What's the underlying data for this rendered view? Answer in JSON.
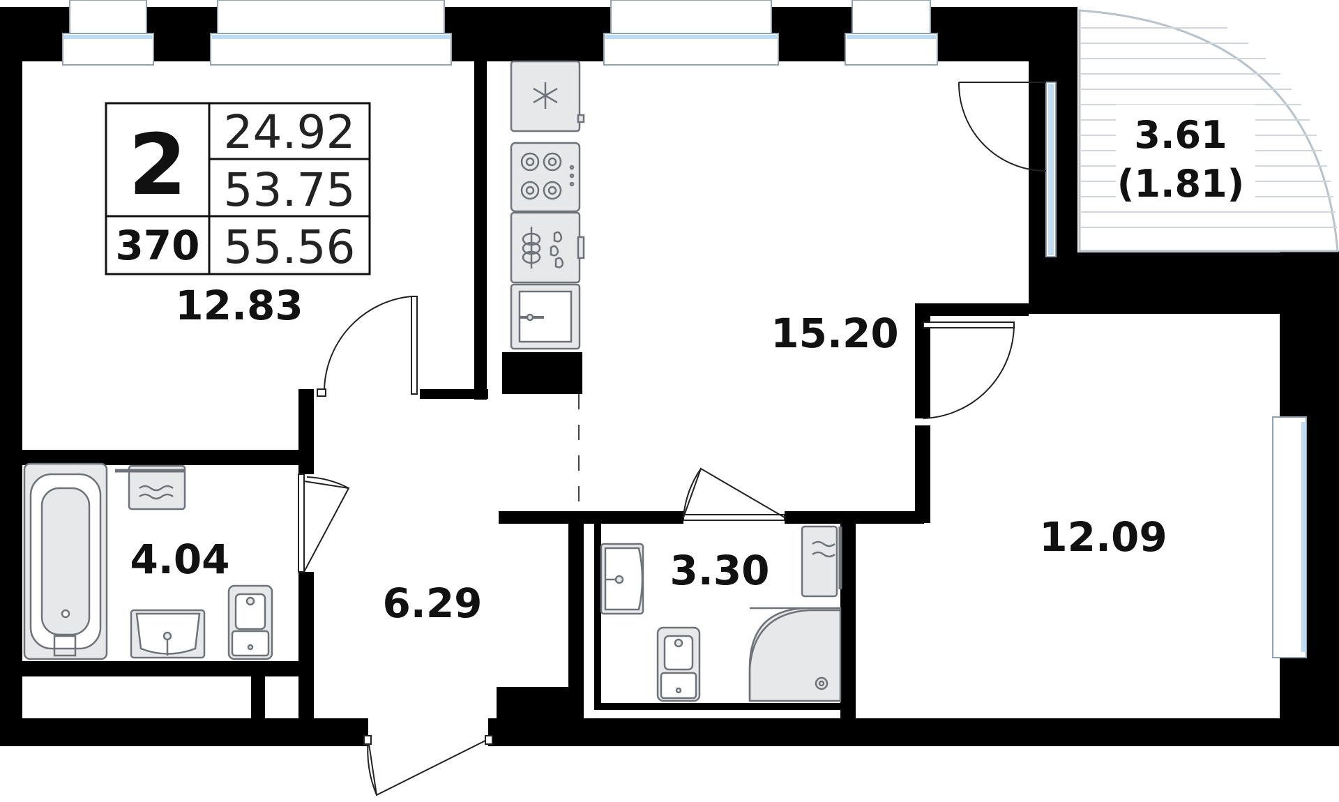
{
  "apartment": {
    "rooms_count": "2",
    "code": "370",
    "living_area": "24.92",
    "total_area": "53.75",
    "total_area_with_balcony": "55.56"
  },
  "rooms": {
    "bedroom_left": "12.83",
    "kitchen_living": "15.20",
    "bedroom_right": "12.09",
    "bathroom": "4.04",
    "hallway": "6.29",
    "wc": "3.30"
  },
  "balcony": {
    "area": "3.61",
    "area_reduced": "(1.81)"
  },
  "colors": {
    "wall": "#000000",
    "fixture_fill": "#e6e8ea",
    "fixture_stroke": "#6d7379",
    "glass": "#bfdcf5",
    "door_line": "#222222"
  }
}
